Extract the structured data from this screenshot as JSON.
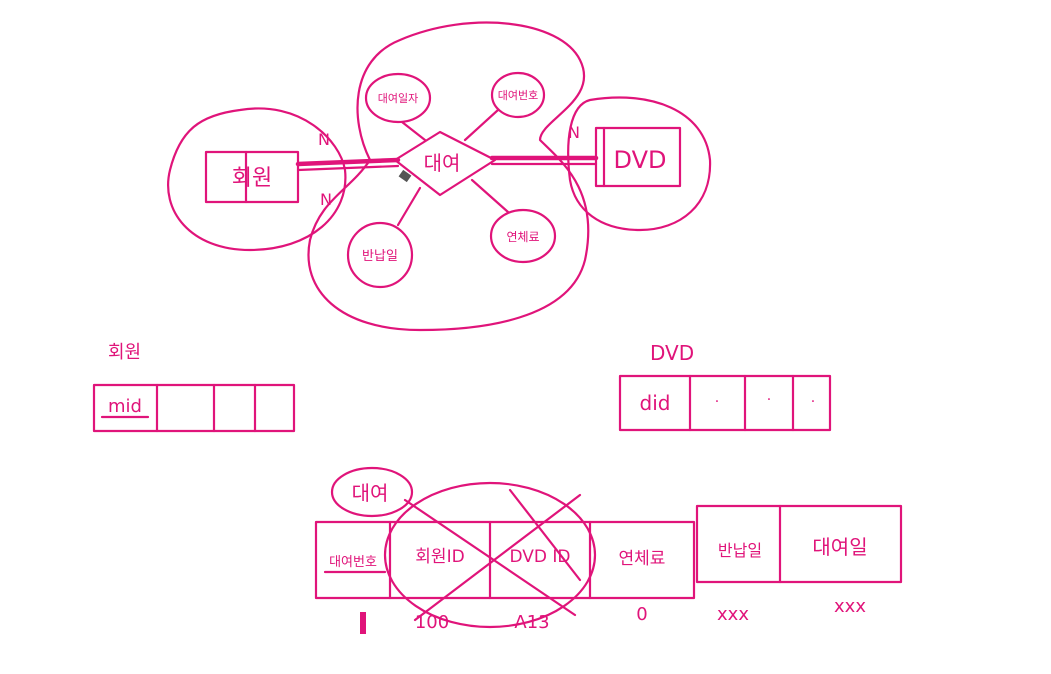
{
  "erd": {
    "member_entity": "회원",
    "dvd_entity": "DVD",
    "relationship": "대여",
    "attributes": {
      "rental_date": "대여일자",
      "rental_no": "대여번호",
      "return_date": "반납일",
      "late_fee": "연체료"
    },
    "cardinality": {
      "member_side_top": "N",
      "member_side_bottom": "N",
      "dvd_side": "N"
    }
  },
  "member_table": {
    "title": "회원",
    "columns": [
      "mid",
      "",
      "",
      ""
    ]
  },
  "dvd_table": {
    "title": "DVD",
    "columns": [
      "did",
      "·",
      "·",
      "·"
    ]
  },
  "rental_table": {
    "title": "대여",
    "columns": [
      "대여번호",
      "회원ID",
      "DVD ID",
      "연체료",
      "반납일",
      "대여일"
    ],
    "sample_values": [
      "100",
      "A13",
      "0",
      "xxx",
      "xxx"
    ]
  },
  "colors": {
    "ink": "#e0147a",
    "background": "#ffffff"
  }
}
